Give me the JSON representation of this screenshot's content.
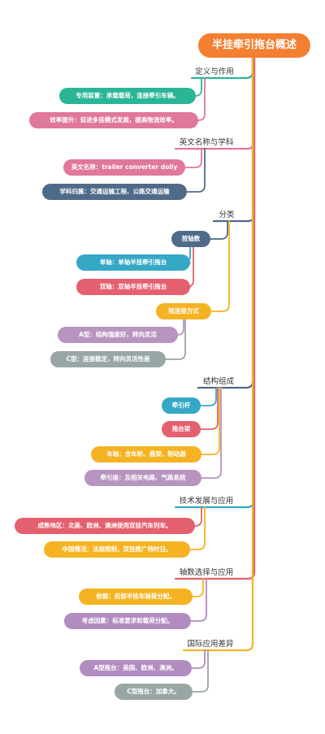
{
  "root": {
    "title": "半挂牵引拖台概述"
  },
  "colors": {
    "root": "#f47f31",
    "teal": "#2bb597",
    "pink": "#e0779c",
    "slate": "#4f6b8a",
    "yellow": "#f5b323",
    "cyan": "#35a8c6",
    "red": "#e5606f",
    "lilac": "#b894c0",
    "gray": "#99a6a6",
    "violet": "#b28cc0"
  },
  "branches": {
    "definition": {
      "label": "定义与作用",
      "items": [
        "专用装置：承载载荷，连接牵引车辆。",
        "效率提升：促进多挂模式发展，提高物流效率。"
      ]
    },
    "english": {
      "label": "英文名称与学科",
      "items": [
        "英文名称：trailer converter dolly",
        "学科归属：交通运输工程、公路交通运输"
      ]
    },
    "classification": {
      "label": "分类",
      "by_axle": {
        "label": "按轴数",
        "items": [
          "单轴：单轴半挂牵引拖台",
          "双轴：双轴半挂牵引拖台"
        ]
      },
      "by_connection": {
        "label": "按连接方式",
        "items": [
          "A型：结构强度好，转向灵活",
          "C型：连接稳定，转向灵活性差"
        ]
      }
    },
    "structure": {
      "label": "结构组成",
      "items": [
        "牵引杆",
        "拖台架",
        "车轴：含车轮、悬架、制动器",
        "牵引座：及相关电路、气路系统"
      ]
    },
    "development": {
      "label": "技术发展与应用",
      "items": [
        "成熟地区：北美、欧洲、澳洲使用双挂汽车列车。",
        "中国情况：法规限制，双挂推广待时日。"
      ]
    },
    "axle_choice": {
      "label": "轴数选择与应用",
      "items": [
        "依据：后部半挂车轴荷分配。",
        "考虑因素：标准要求和载荷分配。"
      ]
    },
    "international": {
      "label": "国际应用差异",
      "items": [
        "A型拖台：美国、欧洲、澳洲。",
        "C型拖台：加拿大。"
      ]
    }
  }
}
